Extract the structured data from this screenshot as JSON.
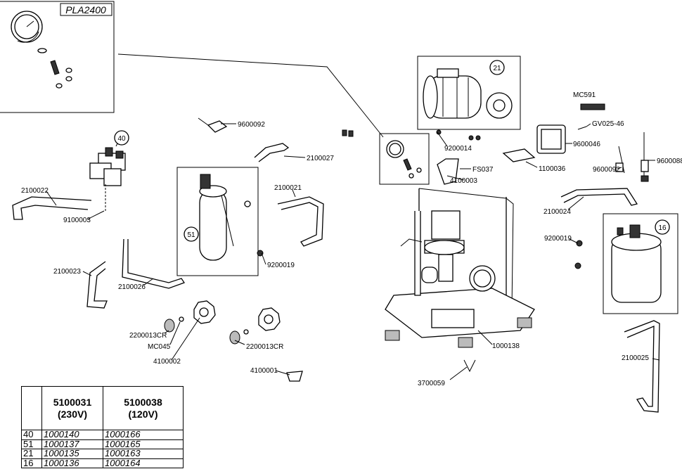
{
  "model_label": "PLA2400",
  "callouts": [
    "40",
    "51",
    "21",
    "16"
  ],
  "part_labels": {
    "p9600092a": "9600092",
    "p2100027": "2100027",
    "p2100022": "2100022",
    "p9100003": "9100003",
    "p2100021": "2100021",
    "p2100023": "2100023",
    "p2100026": "2100026",
    "p9200019a": "9200019",
    "p2200013CRa": "2200013CR",
    "pMC045": "MC045",
    "p4100002": "4100002",
    "p2200013CRb": "2200013CR",
    "p4100001": "4100001",
    "pMC591": "MC591",
    "pGV025": "GV025-46",
    "p9200014": "9200014",
    "p9600046": "9600046",
    "pFS037": "FS037",
    "p1100036": "1100036",
    "p4100003": "4100003",
    "p9600092b": "9600092",
    "p9600088": "9600088",
    "p2100024": "2100024",
    "p9200019b": "9200019",
    "p1000138": "1000138",
    "p3700059": "3700059",
    "p2100025": "2100025"
  },
  "table": {
    "col1": "5100031",
    "col1_sub": "(230V)",
    "col2": "5100038",
    "col2_sub": "(120V)",
    "rows": [
      {
        "pos": "40",
        "v230": "1000140",
        "v120": "1000166"
      },
      {
        "pos": "51",
        "v230": "1000137",
        "v120": "1000165"
      },
      {
        "pos": "21",
        "v230": "1000135",
        "v120": "1000163"
      },
      {
        "pos": "16",
        "v230": "1000136",
        "v120": "1000164"
      }
    ]
  }
}
